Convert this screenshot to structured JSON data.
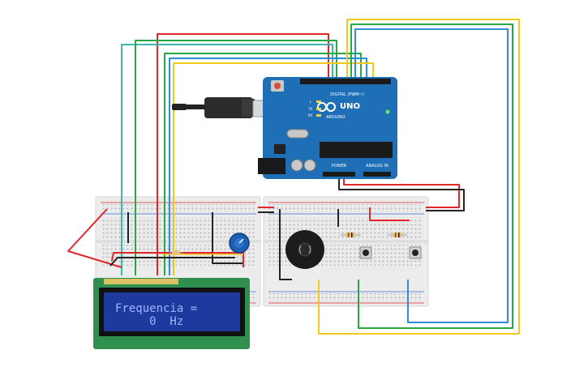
{
  "arduino": {
    "brand": "ARDUINO",
    "model": "UNO",
    "digital_header_label": "DIGITAL (PWM~)",
    "power_label": "POWER",
    "analog_label": "ANALOG IN",
    "led_labels": [
      "L",
      "TX",
      "RX"
    ]
  },
  "lcd": {
    "line1": "Frequencia =",
    "line2": "     0  Hz",
    "backlight_color": "#1f3a9e",
    "text_color": "#9ab6ff"
  },
  "colors": {
    "wire_red": "#e0262a",
    "wire_black": "#222222",
    "wire_green": "#27a845",
    "wire_blue": "#2c8ed6",
    "wire_yellow": "#f0c91c",
    "wire_teal": "#3db6b0",
    "board_blue": "#1e6fb5",
    "pcb_green": "#2f8f4e"
  },
  "components": [
    "arduino-uno",
    "breadboard-left",
    "breadboard-right",
    "potentiometer",
    "piezo-buzzer",
    "lcd-16x2",
    "pushbutton",
    "pushbutton",
    "resistor",
    "resistor",
    "resistor",
    "usb-cable"
  ]
}
